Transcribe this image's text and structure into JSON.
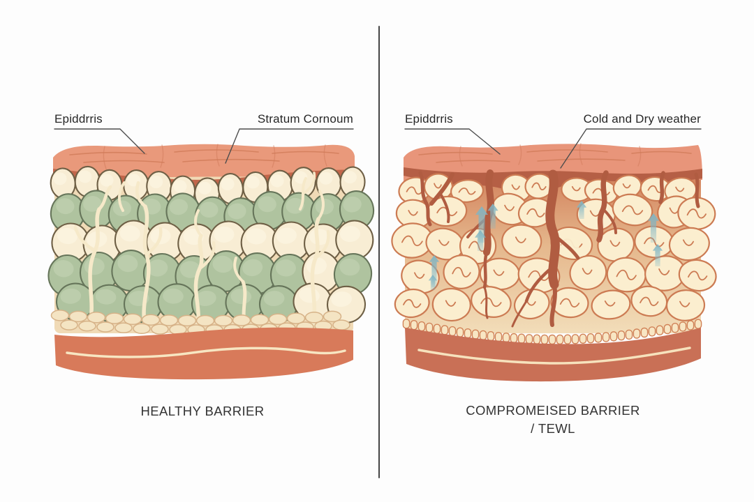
{
  "title": "Skin barrier comparison diagram",
  "panels": {
    "left": {
      "label_epidermis": "Epiddrris",
      "label_stratum": "Stratum Cornoum",
      "caption": "HEALTHY BARRIER"
    },
    "right": {
      "label_epidermis": "Epiddrris",
      "label_weather": "Cold and Dry weather",
      "caption_line1": "COMPROMEISED BARRIER",
      "caption_line2": "/ TEWL"
    }
  },
  "colors": {
    "background": "#fdfdfd",
    "divider": "#454545",
    "leader_line": "#4d4d4d",
    "label_text": "#262626",
    "caption_text": "#333333",
    "healthy": {
      "surface": "#e9997b",
      "surface_line": "#cf7a59",
      "band": "#c2664a",
      "matrix": "#f0dab6",
      "cream_cell": "#f8edd4",
      "cream_highlight": "#fdf7e6",
      "cream_stroke": "#6e5f45",
      "green_cell": "#afc39f",
      "green_highlight": "#c6d6b6",
      "green_stroke": "#66755a",
      "vein": "#f6e9c9",
      "pebble": "#f4e4c3",
      "pebble_stroke": "#d6b288",
      "dermis": "#d87a5a",
      "dermis_line": "#f7e6c2"
    },
    "compromised": {
      "surface": "#e8957a",
      "surface_line": "#cf7a59",
      "band": "#b55f45",
      "matrix_top": "#d2815c",
      "matrix_mid": "#e5b78c",
      "matrix_bottom": "#f2ddb9",
      "cell": "#fbeecf",
      "cell_stroke": "#cc7b53",
      "crack": "#b05c41",
      "arrow": "#7fb5c4",
      "scallop": "#f8e6c4",
      "scallop_stroke": "#d08156",
      "dermis": "#c97056",
      "dermis_line": "#f6e2bd"
    }
  }
}
